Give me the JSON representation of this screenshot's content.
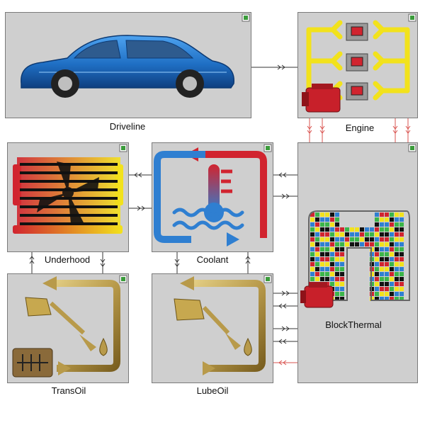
{
  "diagram": {
    "blocks": {
      "driveline": {
        "label": "Driveline"
      },
      "engine": {
        "label": "Engine"
      },
      "underhood": {
        "label": "Underhood"
      },
      "coolant": {
        "label": "Coolant"
      },
      "blockthermal": {
        "label": "BlockThermal"
      },
      "transoil": {
        "label": "TransOil"
      },
      "lubeoil": {
        "label": "LubeOil"
      }
    },
    "colors": {
      "block_fill": "#cfcfcf",
      "block_border": "#7a7a7a",
      "connector": "#333333",
      "thermal_connector": "#d9534f",
      "pipe_yellow": "#f2e21c",
      "oil_gold": "#b89a4a",
      "coolant_red": "#d1242f",
      "coolant_blue": "#2f7fd1",
      "car_blue": "#1f6fc4",
      "engine_red": "#c8202a"
    }
  }
}
